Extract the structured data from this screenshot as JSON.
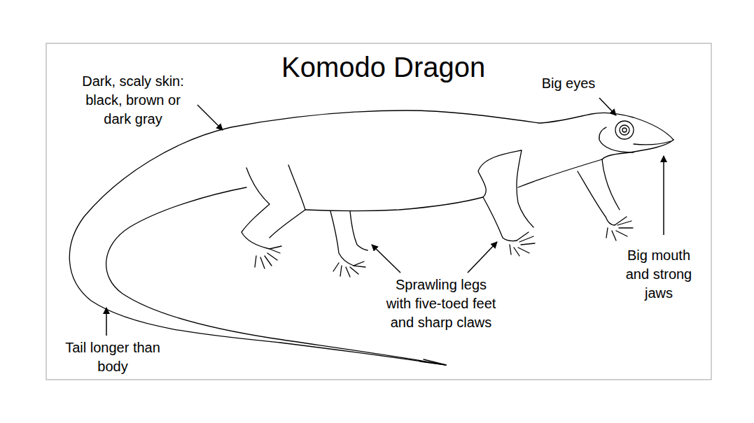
{
  "diagram": {
    "title": "Komodo Dragon",
    "labels": [
      "Dark, scaly skin: black, brown or dark gray",
      "Big eyes",
      "Big mouth and strong jaws",
      "Sprawling legs with five-toed feet and sharp claws",
      "Tail longer than body"
    ]
  }
}
